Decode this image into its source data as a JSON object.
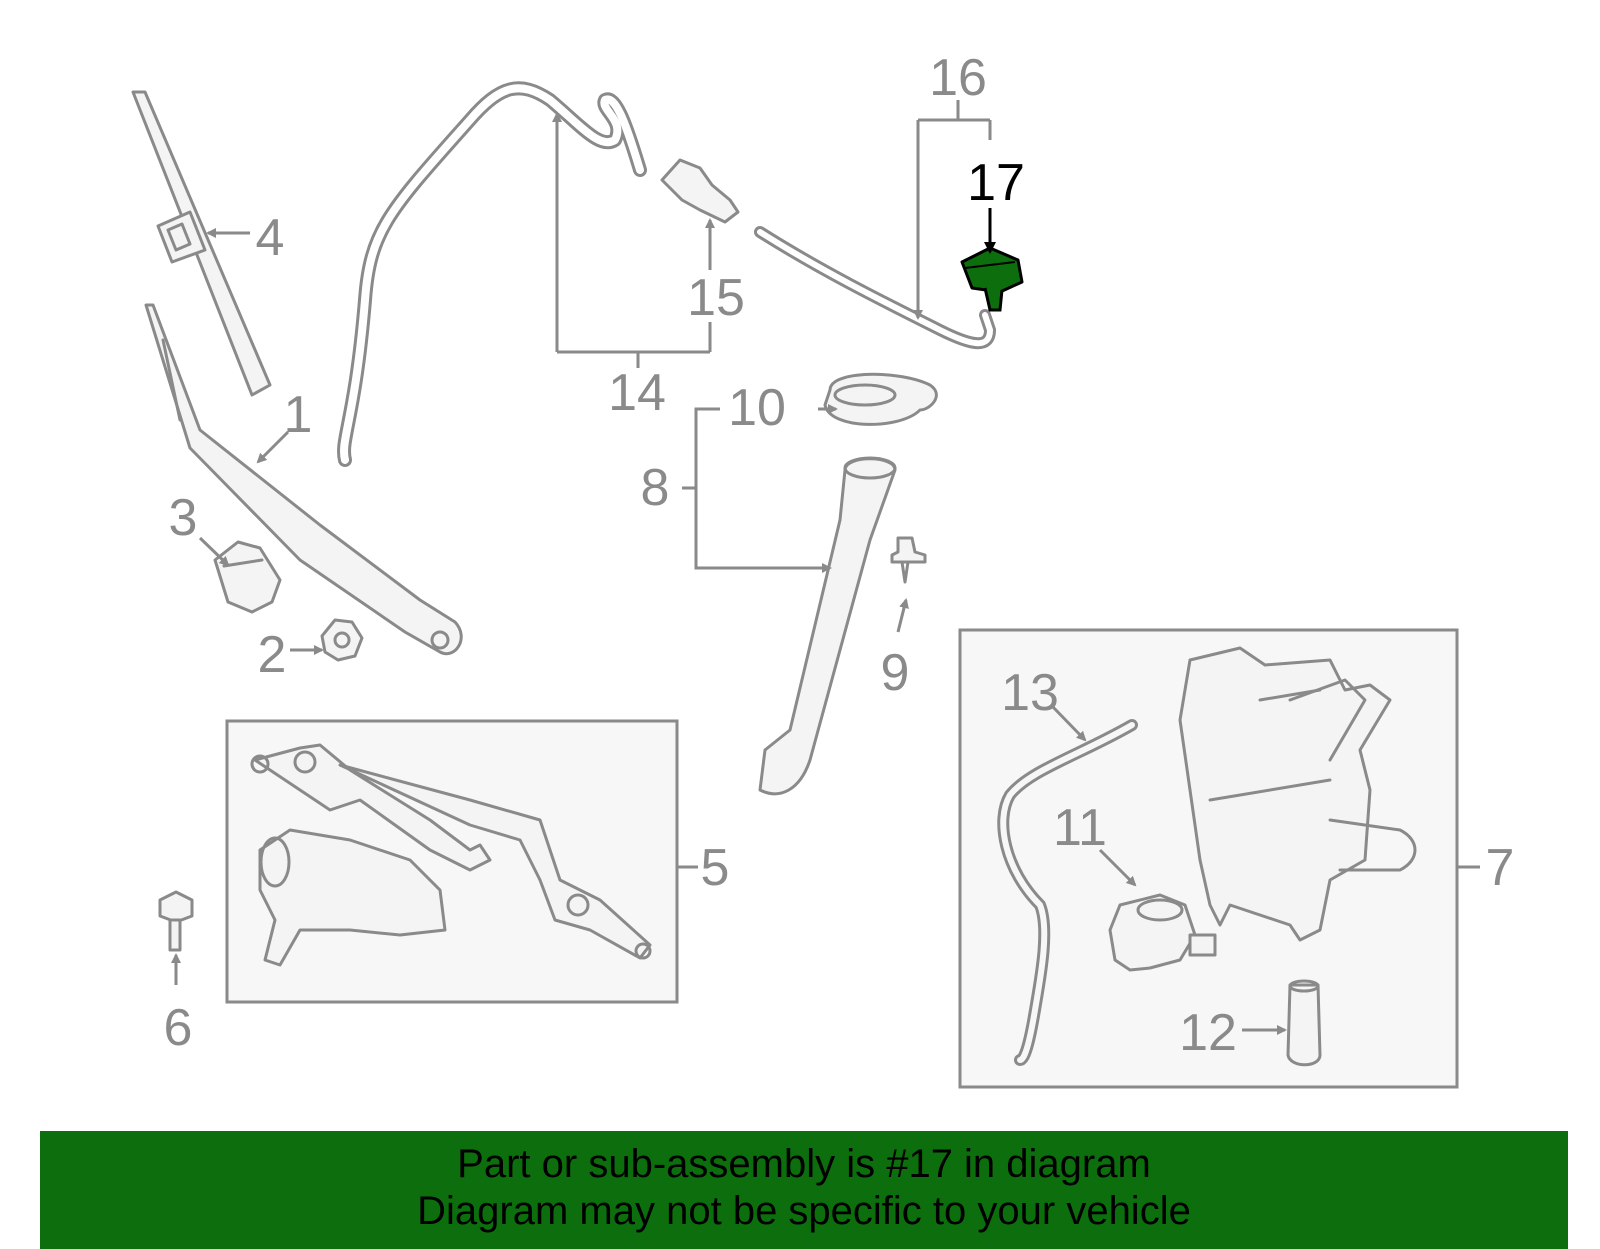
{
  "highlight_color": "#0c6e0c",
  "highlighted_part": "17",
  "labels": [
    "1",
    "2",
    "3",
    "4",
    "5",
    "6",
    "7",
    "8",
    "9",
    "10",
    "11",
    "12",
    "13",
    "14",
    "15",
    "16",
    "17"
  ],
  "banner": {
    "line1": "Part or sub-assembly is #17 in diagram",
    "line2": "Diagram may not be specific to your vehicle"
  }
}
